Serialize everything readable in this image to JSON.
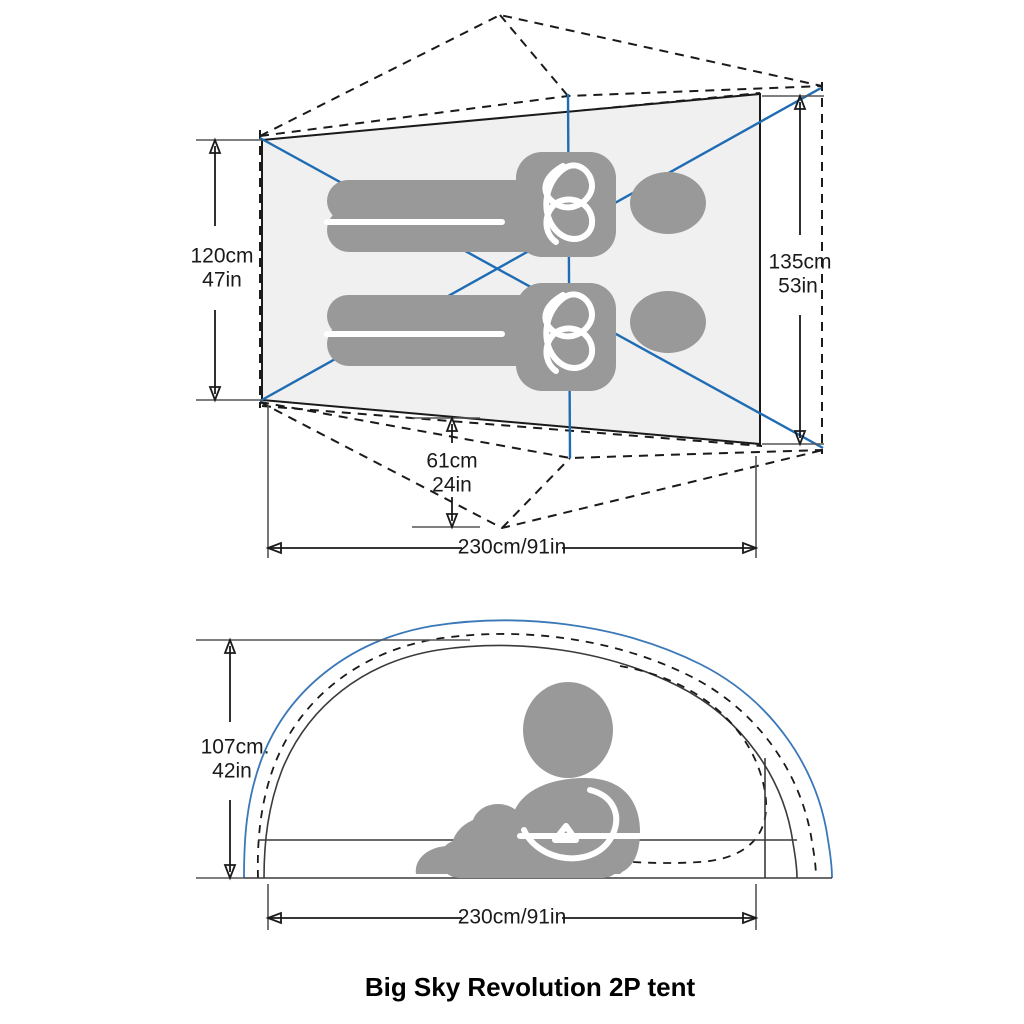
{
  "title": "Big Sky Revolution 2P tent",
  "views": {
    "floorplan": {
      "name": "top-floor-plan-view",
      "dimensions": {
        "left_width": {
          "metric": "120cm",
          "imperial": "47in"
        },
        "right_width": {
          "metric": "135cm",
          "imperial": "53in"
        },
        "vestibule_depth": {
          "metric": "61cm",
          "imperial": "24in"
        },
        "length": "230cm/91in"
      }
    },
    "sideview": {
      "name": "side-elevation-view",
      "dimensions": {
        "peak_height": {
          "metric": "107cm.",
          "imperial": "42in"
        },
        "length": "230cm/91in"
      }
    }
  },
  "colors": {
    "accent_blue": "#1f6cb4",
    "figure_gray": "#999999",
    "floor_fill": "#f0f0f0",
    "line_black": "#1a1a1a"
  },
  "icons": {
    "sleeping_person": "sleeping-person-icon",
    "sitting_person": "sitting-person-icon"
  }
}
